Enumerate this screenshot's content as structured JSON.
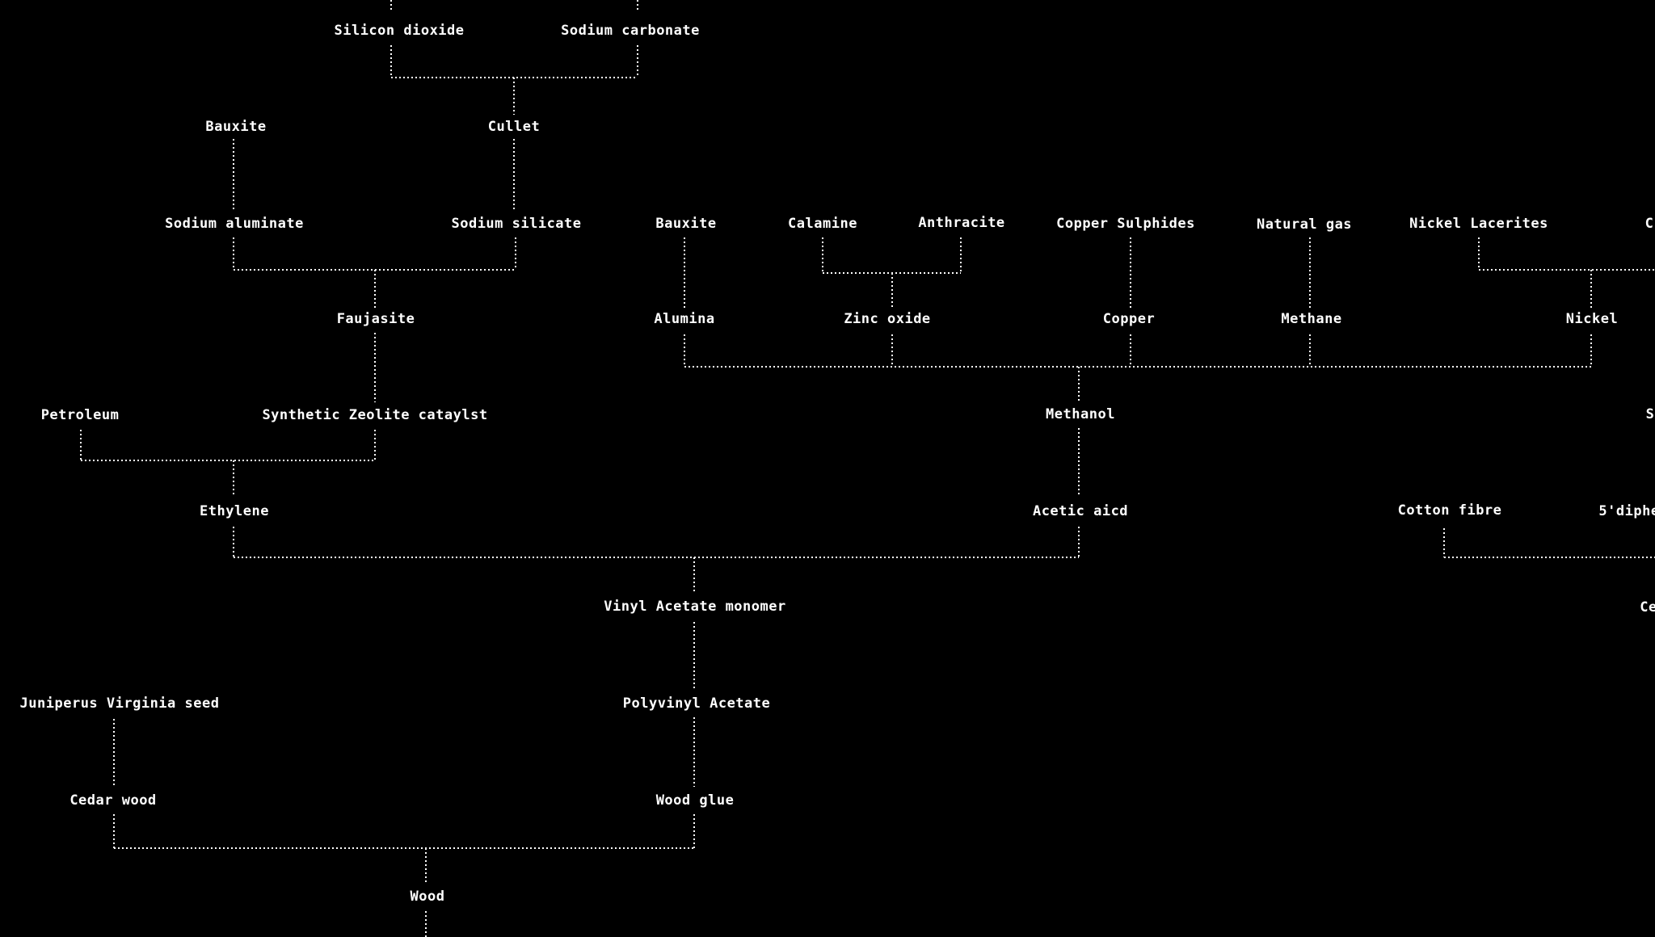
{
  "diagram": {
    "nodes": [
      {
        "id": "silicon_dioxide",
        "label": "Silicon dioxide"
      },
      {
        "id": "sodium_carbonate",
        "label": "Sodium carbonate"
      },
      {
        "id": "bauxite_1",
        "label": "Bauxite"
      },
      {
        "id": "cullet",
        "label": "Cullet"
      },
      {
        "id": "sodium_aluminate",
        "label": "Sodium aluminate"
      },
      {
        "id": "sodium_silicate",
        "label": "Sodium silicate"
      },
      {
        "id": "bauxite_2",
        "label": "Bauxite"
      },
      {
        "id": "calamine",
        "label": "Calamine"
      },
      {
        "id": "anthracite",
        "label": "Anthracite"
      },
      {
        "id": "copper_sulphides",
        "label": "Copper Sulphides"
      },
      {
        "id": "natural_gas",
        "label": "Natural gas"
      },
      {
        "id": "nickel_lacerites",
        "label": "Nickel Lacerites"
      },
      {
        "id": "faujasite",
        "label": "Faujasite"
      },
      {
        "id": "alumina",
        "label": "Alumina"
      },
      {
        "id": "zinc_oxide",
        "label": "Zinc oxide"
      },
      {
        "id": "copper",
        "label": "Copper"
      },
      {
        "id": "methane",
        "label": "Methane"
      },
      {
        "id": "nickel",
        "label": "Nickel"
      },
      {
        "id": "petroleum",
        "label": "Petroleum"
      },
      {
        "id": "synthetic_zeolite",
        "label": "Synthetic Zeolite cataylst"
      },
      {
        "id": "methanol",
        "label": "Methanol"
      },
      {
        "id": "ethylene",
        "label": "Ethylene"
      },
      {
        "id": "acetic_acid",
        "label": "Acetic aicd"
      },
      {
        "id": "cotton_fibre",
        "label": "Cotton fibre"
      },
      {
        "id": "diphe_partial",
        "label": "5'diphe"
      },
      {
        "id": "vinyl_acetate_monomer",
        "label": "Vinyl Acetate monomer"
      },
      {
        "id": "ce_partial",
        "label": "Ce"
      },
      {
        "id": "juniperus_seed",
        "label": "Juniperus Virginia seed"
      },
      {
        "id": "polyvinyl_acetate",
        "label": "Polyvinyl Acetate"
      },
      {
        "id": "cedar_wood",
        "label": "Cedar wood"
      },
      {
        "id": "wood_glue",
        "label": "Wood glue"
      },
      {
        "id": "wood",
        "label": "Wood"
      },
      {
        "id": "c_partial",
        "label": "C"
      },
      {
        "id": "s_partial",
        "label": "S"
      }
    ],
    "edges": [
      {
        "from": [
          "silicon_dioxide",
          "sodium_carbonate"
        ],
        "to": "cullet"
      },
      {
        "from": [
          "bauxite_1"
        ],
        "to": "sodium_aluminate"
      },
      {
        "from": [
          "cullet"
        ],
        "to": "sodium_silicate"
      },
      {
        "from": [
          "sodium_aluminate",
          "sodium_silicate"
        ],
        "to": "faujasite"
      },
      {
        "from": [
          "faujasite"
        ],
        "to": "synthetic_zeolite"
      },
      {
        "from": [
          "petroleum",
          "synthetic_zeolite"
        ],
        "to": "ethylene"
      },
      {
        "from": [
          "bauxite_2"
        ],
        "to": "alumina"
      },
      {
        "from": [
          "calamine",
          "anthracite"
        ],
        "to": "zinc_oxide"
      },
      {
        "from": [
          "copper_sulphides"
        ],
        "to": "copper"
      },
      {
        "from": [
          "natural_gas"
        ],
        "to": "methane"
      },
      {
        "from": [
          "nickel_lacerites",
          "c_partial"
        ],
        "to": "nickel"
      },
      {
        "from": [
          "alumina",
          "zinc_oxide",
          "copper",
          "methane",
          "nickel"
        ],
        "to": "methanol"
      },
      {
        "from": [
          "methanol"
        ],
        "to": "acetic_acid"
      },
      {
        "from": [
          "ethylene",
          "acetic_acid"
        ],
        "to": "vinyl_acetate_monomer"
      },
      {
        "from": [
          "vinyl_acetate_monomer"
        ],
        "to": "polyvinyl_acetate"
      },
      {
        "from": [
          "polyvinyl_acetate"
        ],
        "to": "wood_glue"
      },
      {
        "from": [
          "juniperus_seed"
        ],
        "to": "cedar_wood"
      },
      {
        "from": [
          "cedar_wood",
          "wood_glue"
        ],
        "to": "wood"
      },
      {
        "from": [
          "cotton_fibre",
          "diphe_partial"
        ],
        "to": "ce_partial"
      }
    ]
  }
}
